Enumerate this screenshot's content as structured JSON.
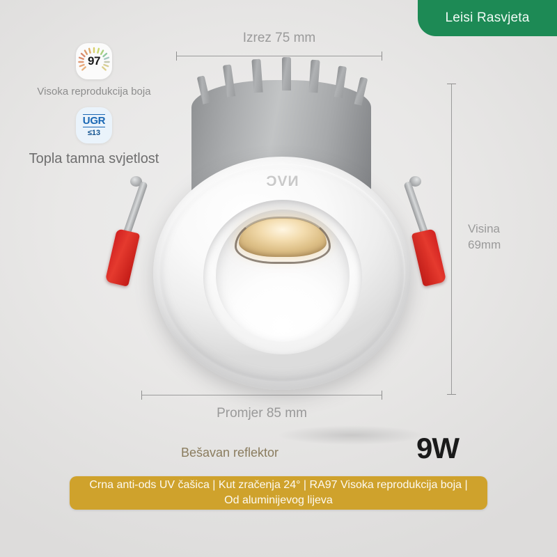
{
  "brand": {
    "badge_label": "Leisi Rasvjeta",
    "badge_color": "#1d8a55"
  },
  "features": [
    {
      "icon": "cri-sunburst-icon",
      "badge_value": "97",
      "label": "Visoka reprodukcija boja"
    },
    {
      "icon": "ugr-icon",
      "badge_main": "UGR",
      "badge_sub": "≤13",
      "label": "Topla tamna svjetlost"
    }
  ],
  "dimensions": {
    "cutout": "Izrez 75 mm",
    "diameter": "Promjer 85 mm",
    "height_label": "Visina",
    "height_value": "69mm"
  },
  "product": {
    "logo": "NVC",
    "reflector_caption": "Bešavan reflektor",
    "wattage": "9W"
  },
  "spec_banner": {
    "text": "Crna anti-ods UV čašica | Kut zračenja 24° | RA97 Visoka reprodukcija boja | Od aluminijevog lijeva",
    "color": "#cfa22c"
  }
}
